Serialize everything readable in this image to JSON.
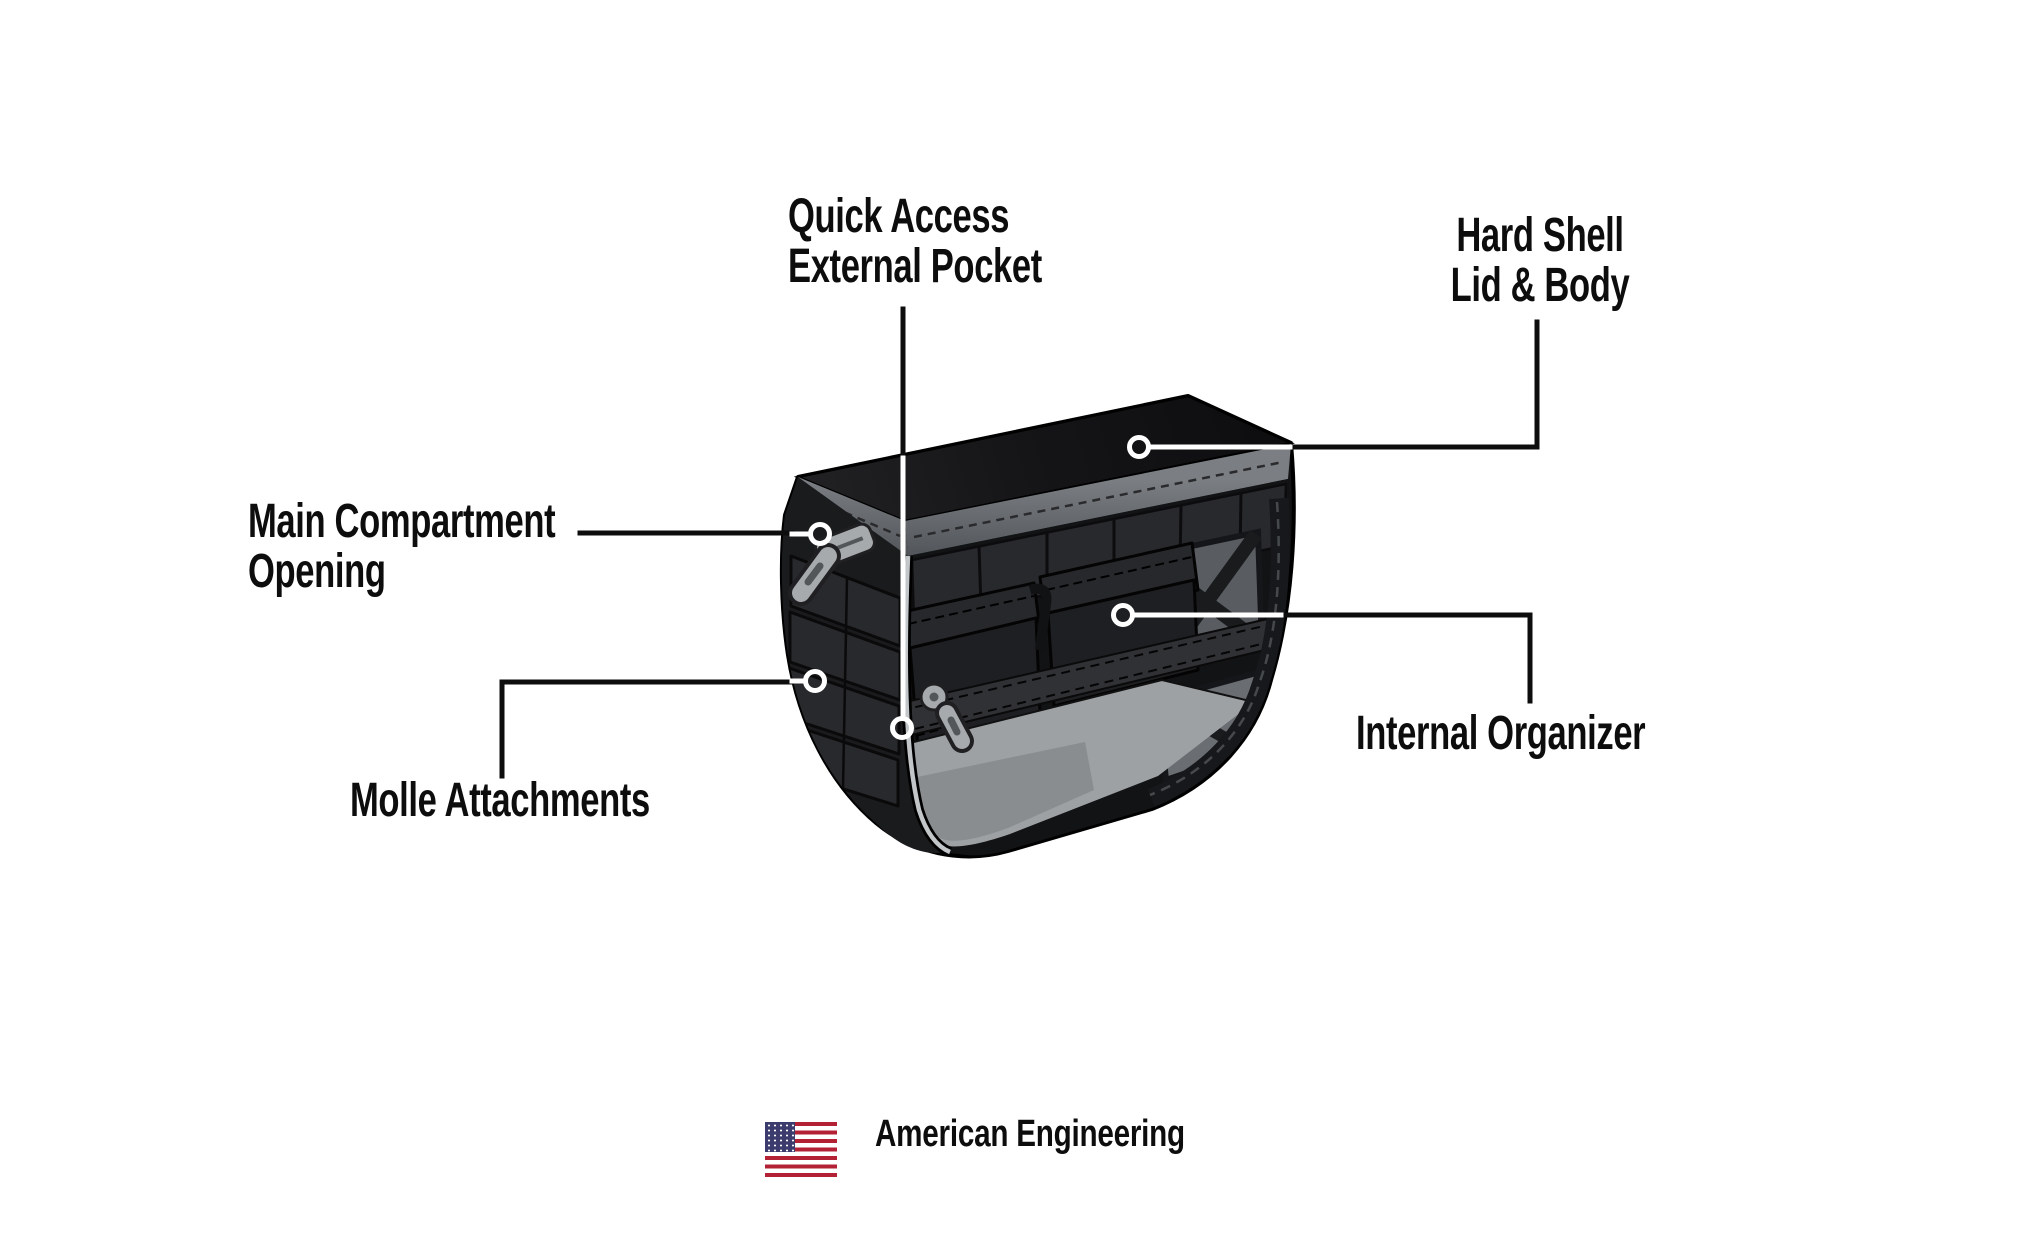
{
  "diagram": {
    "kind": "product-feature-callout",
    "illustration_icon": "saddlebag-cutaway-illustration"
  },
  "labels": {
    "quick_access": {
      "line1": "Quick Access",
      "line2": "External Pocket"
    },
    "hard_shell": {
      "line1": "Hard Shell",
      "line2": "Lid & Body"
    },
    "main_compartment": {
      "line1": "Main Compartment",
      "line2": "Opening"
    },
    "molle": {
      "text": "Molle Attachments"
    },
    "internal_organizer": {
      "text": "Internal Organizer"
    }
  },
  "footer": {
    "flag_icon": "us-flag-icon",
    "text": "American Engineering"
  },
  "colors": {
    "background": "#ffffff",
    "label_text": "#0d0d0d",
    "leader_line": "#0d0d0d",
    "marker_ring": "#ffffff",
    "shell_black": "#151517",
    "rim_gray": "#5b5f63",
    "interior_floor_gray": "#9ea1a4",
    "zipper_pull_gray": "#a6aaad",
    "flag_red": "#b22234",
    "flag_blue": "#3c3b6e"
  }
}
